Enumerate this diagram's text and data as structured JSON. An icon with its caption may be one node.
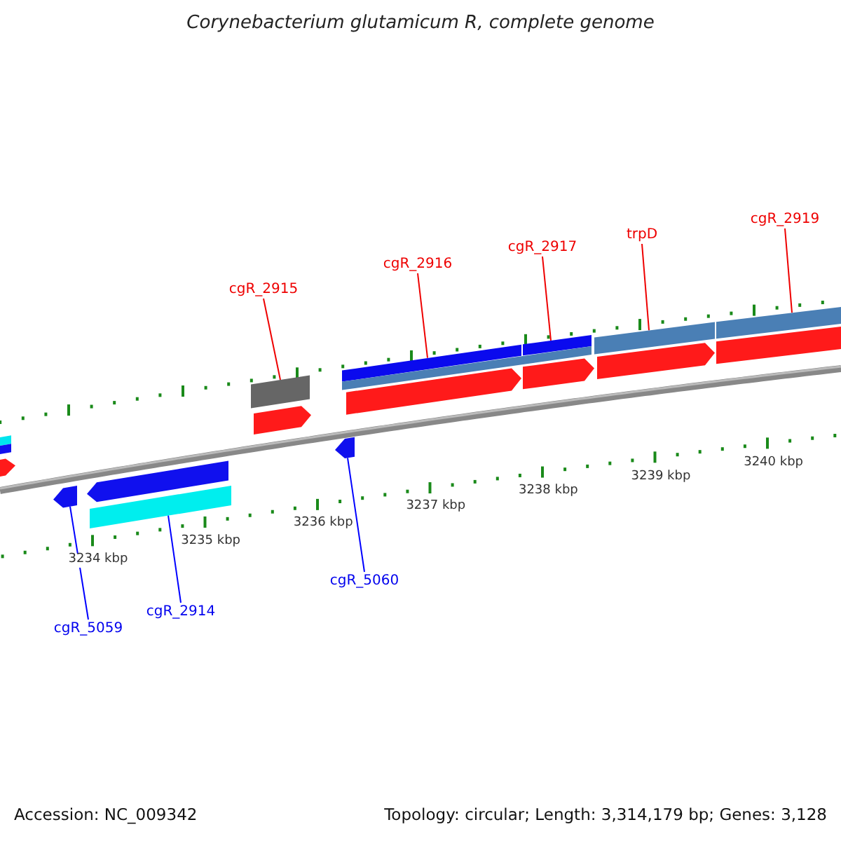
{
  "diagram": {
    "title": "Corynebacterium glutamicum R, complete genome",
    "nodes": [
      {
        "text": [
          "cgR_2915"
        ]
      },
      {
        "text": [
          "cgR_2916"
        ]
      },
      {
        "text": [
          "cgR_2917"
        ]
      },
      {
        "text": [
          "trpD"
        ]
      },
      {
        "text": [
          "cgR_2919"
        ]
      },
      {
        "text": [
          "cgR_5059"
        ]
      },
      {
        "text": [
          "cgR_2914"
        ]
      },
      {
        "text": [
          "cgR_5060"
        ]
      },
      {
        "text": [],
        "shape": "bar"
      },
      {
        "text": [],
        "shape": "bar"
      },
      {
        "text": [],
        "shape": "bar"
      },
      {
        "text": [],
        "shape": "bar"
      },
      {
        "text": [],
        "shape": "bar"
      },
      {
        "text": [],
        "shape": "arrow"
      },
      {
        "text": [],
        "shape": "bar"
      },
      {
        "text": [],
        "shape": "arrow"
      },
      {
        "text": [],
        "shape": "arrow"
      },
      {
        "text": [],
        "shape": "arrow"
      },
      {
        "text": [],
        "shape": "arrow"
      },
      {
        "text": [],
        "shape": "arrow"
      },
      {
        "text": [],
        "shape": "arrow"
      },
      {
        "text": [],
        "shape": "bar"
      },
      {
        "text": [],
        "shape": "arrow"
      },
      {
        "text": [],
        "shape": "bar"
      },
      {
        "text": [],
        "shape": "bar"
      },
      {
        "text": [],
        "shape": "arrow"
      }
    ],
    "edges": [
      {
        "from": 0,
        "to": 8,
        "arrow": "none"
      },
      {
        "from": 1,
        "to": 9,
        "arrow": "none"
      },
      {
        "from": 2,
        "to": 10,
        "arrow": "none"
      },
      {
        "from": 3,
        "to": 11,
        "arrow": "none"
      },
      {
        "from": 4,
        "to": 12,
        "arrow": "none"
      },
      {
        "from": 5,
        "to": 13,
        "arrow": "none",
        "color": "#0000ff"
      },
      {
        "from": 6,
        "to": 14,
        "arrow": "none",
        "color": "#0000ff"
      },
      {
        "from": 7,
        "to": 15,
        "arrow": "none",
        "color": "#0000ff"
      }
    ],
    "labels": [
      "3234 kbp",
      "3235 kbp",
      "3236 kbp",
      "3237 kbp",
      "3238 kbp",
      "3239 kbp",
      "3240 kbp",
      "Accession: NC_009342",
      "Topology: circular; Length: 3,314,179 bp; Genes: 3,128"
    ]
  }
}
